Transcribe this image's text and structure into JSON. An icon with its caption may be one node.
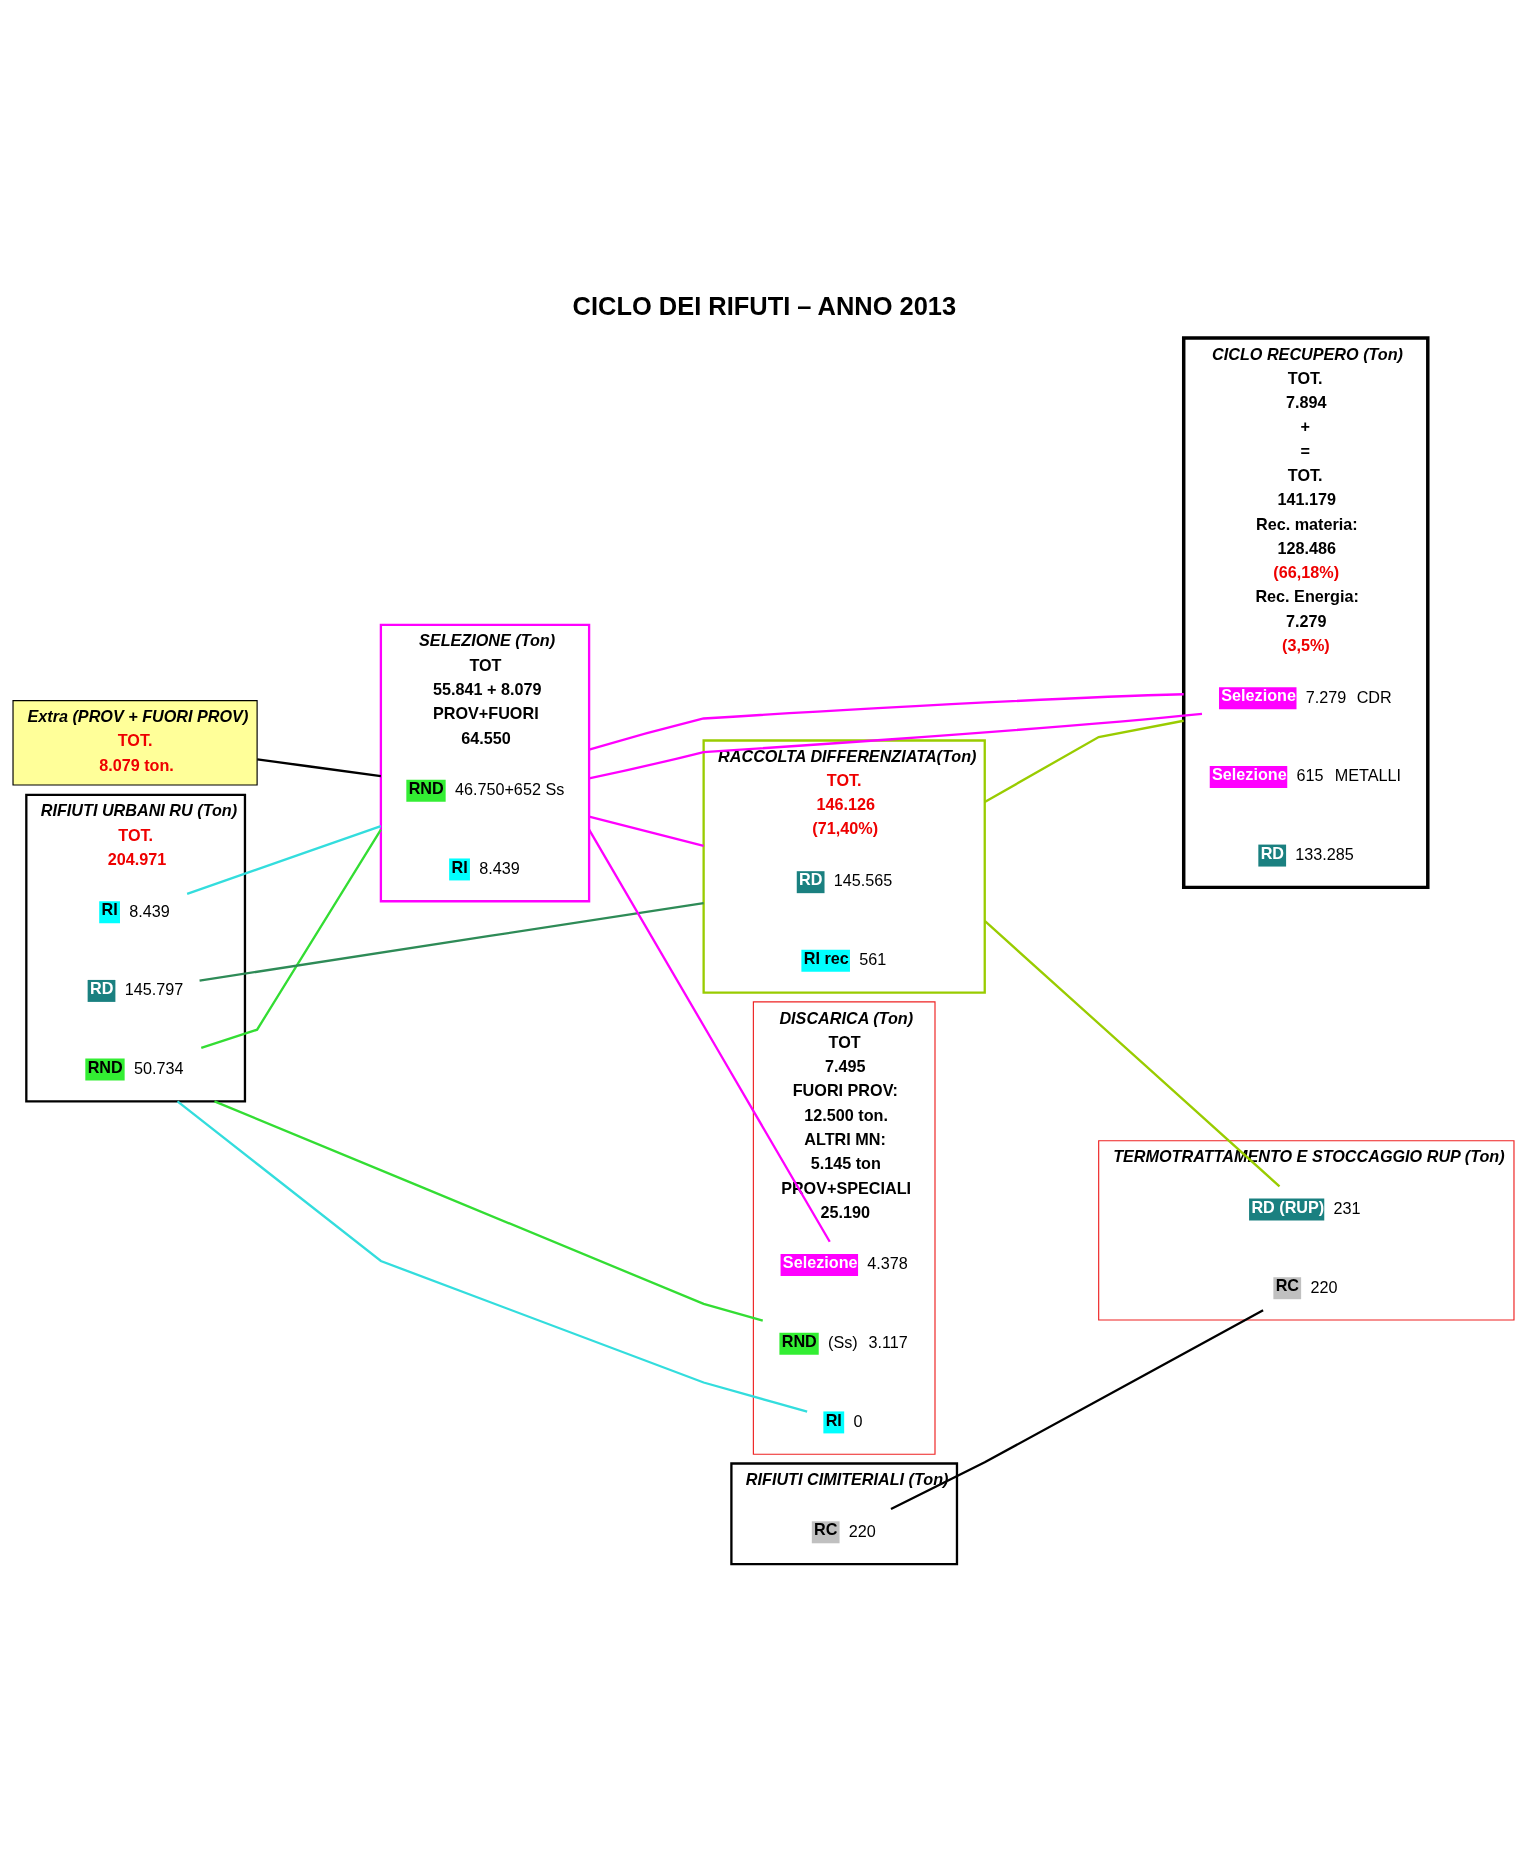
{
  "diagram": {
    "title": "CICLO DEI RIFUTI – ANNO 2013",
    "nodes": [
      {
        "text": [
          "DISCARICA (Ton)",
          "TOT",
          "7.495",
          "FUORI PROV:",
          "12.500 ton.",
          "ALTRI MN:",
          "5.145 ton",
          "PROV+SPECIALI",
          "25.190"
        ]
      },
      {
        "text": [
          "RND"
        ],
        "in": 0,
        "beside": [
          "(Ss)",
          "3.117"
        ]
      },
      {
        "text": [
          "RI"
        ],
        "in": 0,
        "beside": [
          "0"
        ]
      },
      {
        "text": [
          "Selezione"
        ],
        "in": 0,
        "beside": [
          "4.378"
        ]
      },
      {
        "text": [
          "Extra (PROV + FUORI PROV)",
          "TOT.",
          "8.079 ton."
        ]
      },
      {
        "text": [
          "RIFIUTI URBANI RU (Ton)",
          "TOT.",
          "204.971"
        ]
      },
      {
        "text": [
          "RND"
        ],
        "in": 5,
        "beside": [
          "50.734"
        ]
      },
      {
        "text": [
          "RI"
        ],
        "in": 5,
        "beside": [
          "8.439"
        ]
      },
      {
        "text": [
          "RD"
        ],
        "in": 5,
        "beside": [
          "145.797"
        ]
      },
      {
        "text": [
          "SELEZIONE (Ton)",
          "TOT",
          "55.841 + 8.079",
          "PROV+FUORI",
          "64.550"
        ]
      },
      {
        "text": [
          "RND"
        ],
        "in": 9,
        "beside": [
          "46.750+652 Ss"
        ]
      },
      {
        "text": [
          "RI"
        ],
        "in": 9,
        "beside": [
          "8.439"
        ]
      },
      {
        "text": [
          "CICLO RECUPERO (Ton)",
          "TOT.",
          "7.894",
          "+",
          "=",
          "TOT.",
          "141.179",
          "Rec. materia:",
          "128.486",
          "(66,18%)",
          "Rec. Energia:",
          "7.279",
          "(3,5%)"
        ]
      },
      {
        "text": [
          "Selezione"
        ],
        "in": 12,
        "beside": [
          "7.279",
          "CDR"
        ]
      },
      {
        "text": [
          "Selezione"
        ],
        "in": 12,
        "beside": [
          "615",
          "METALLI"
        ]
      },
      {
        "text": [
          "RD"
        ],
        "in": 12,
        "beside": [
          "133.285"
        ]
      },
      {
        "text": [
          "RACCOLTA DIFFERENZIATA(Ton)",
          "TOT.",
          "146.126",
          "(71,40%)"
        ]
      },
      {
        "text": [
          "RD"
        ],
        "in": 16,
        "beside": [
          "145.565"
        ]
      },
      {
        "text": [
          "RI rec"
        ],
        "in": 16,
        "beside": [
          "561"
        ]
      },
      {
        "text": [
          "RIFIUTI CIMITERIALI (Ton)"
        ]
      },
      {
        "text": [
          "RC"
        ],
        "in": 19,
        "beside": [
          "220"
        ]
      },
      {
        "text": [
          "TERMOTRATTAMENTO E STOCCAGGIO RUP (Ton)"
        ]
      },
      {
        "text": [
          "RD (RUP)"
        ],
        "in": 21,
        "beside": [
          "231"
        ]
      },
      {
        "text": [
          "RC"
        ],
        "in": 21,
        "beside": [
          "220"
        ]
      }
    ],
    "edges": [
      {
        "from": 5,
        "to": 1,
        "arrow": "none",
        "color": "#33dd33"
      },
      {
        "from": 5,
        "to": 2,
        "arrow": "none",
        "color": "#33dddd"
      },
      {
        "from": 9,
        "to": 3,
        "arrow": "none"
      },
      {
        "from": 4,
        "to": 9,
        "arrow": "none",
        "color": "#000000"
      },
      {
        "from": 6,
        "to": 9,
        "arrow": "none",
        "color": "#33dd33"
      },
      {
        "from": 7,
        "to": 9,
        "arrow": "none",
        "color": "#33dddd"
      },
      {
        "from": 8,
        "to": 16,
        "arrow": "none",
        "color": "#2e8b57"
      },
      {
        "from": 9,
        "to": 13,
        "arrow": "none"
      },
      {
        "from": 9,
        "to": 12,
        "arrow": "none"
      },
      {
        "from": 9,
        "to": 16,
        "arrow": "none"
      },
      {
        "from": 16,
        "to": 12,
        "arrow": "none",
        "color": "#99cc00"
      },
      {
        "from": 16,
        "to": 22,
        "arrow": "none",
        "color": "#99cc00"
      },
      {
        "from": 20,
        "to": 23,
        "arrow": "none",
        "color": "#000000"
      }
    ]
  }
}
